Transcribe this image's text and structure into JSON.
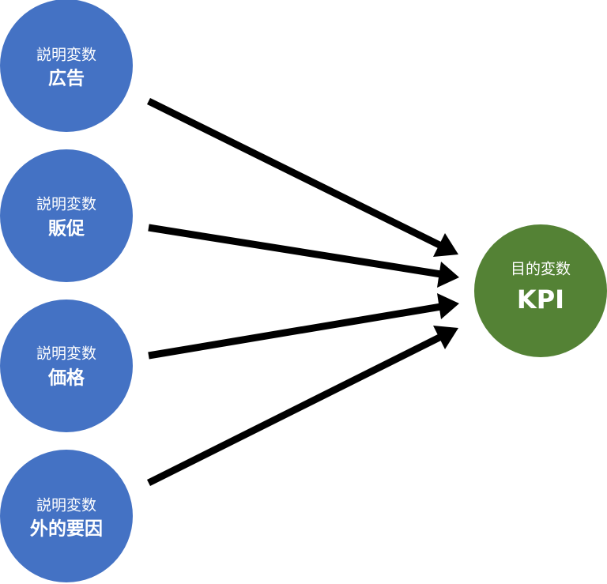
{
  "inputs": [
    {
      "sub": "説明変数",
      "main": "広告"
    },
    {
      "sub": "説明変数",
      "main": "販促"
    },
    {
      "sub": "説明変数",
      "main": "価格"
    },
    {
      "sub": "説明変数",
      "main": "外的要因"
    }
  ],
  "target": {
    "sub": "目的変数",
    "main": "KPI"
  },
  "colors": {
    "input_fill": "#4472c4",
    "target_fill": "#548235",
    "arrow": "#000000",
    "text": "#ffffff"
  }
}
